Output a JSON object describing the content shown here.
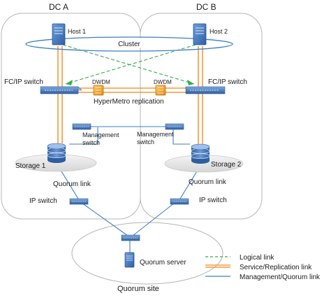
{
  "regions": {
    "dc_a": "DC A",
    "dc_b": "DC B",
    "quorum_site": "Quorum site"
  },
  "devices": {
    "host1": "Host 1",
    "host2": "Host 2",
    "cluster": "Cluster",
    "fcip_switch_a": "FC/IP  switch",
    "fcip_switch_b": "FC/IP  switch",
    "dwdm_a": "DWDM",
    "dwdm_b": "DWDM",
    "replication": "HyperMetro replication",
    "mgmt_switch_a": [
      "Management",
      "switch"
    ],
    "mgmt_switch_b": [
      "Management",
      "switch"
    ],
    "storage1": "Storage 1",
    "storage2": "Storage 2",
    "quorum_link_a": "Quorum link",
    "quorum_link_b": "Quorum link",
    "ip_switch_a": "IP switch",
    "ip_switch_b": "IP switch",
    "quorum_server": "Quorum server"
  },
  "legend": {
    "items": [
      {
        "label": "Logical link",
        "style": "dashed",
        "color": "#2fae4b"
      },
      {
        "label": "Service/Replication link",
        "style": "double",
        "color": "#f39a3a"
      },
      {
        "label": "Management/Quorum link",
        "style": "solid",
        "color": "#3d7fc1"
      }
    ]
  },
  "colors": {
    "region_stroke": "#b5b5b5",
    "device_blue": "#3a6fb5",
    "dwdm_orange": "#f0a030",
    "logical_link": "#2fae4b",
    "service_link": "#f39a3a",
    "mgmt_link": "#3d7fc1"
  }
}
